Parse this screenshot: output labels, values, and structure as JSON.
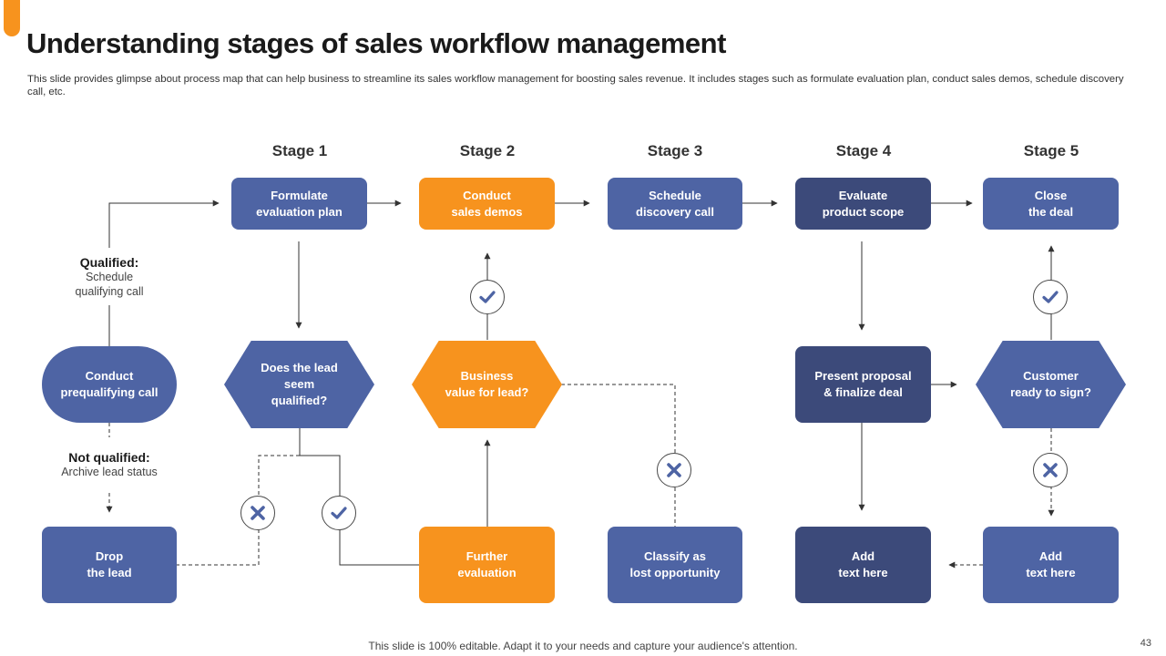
{
  "slide": {
    "title": "Understanding stages of sales workflow management",
    "subtitle": "This slide provides glimpse about process map that can help business to streamline its sales workflow management for boosting sales revenue. It includes stages such as formulate evaluation plan, conduct sales demos, schedule discovery call, etc.",
    "footer": "This slide is 100% editable. Adapt it to your needs and capture your audience's attention.",
    "page_number": "43"
  },
  "stages": [
    "Stage 1",
    "Stage 2",
    "Stage 3",
    "Stage 4",
    "Stage 5"
  ],
  "nodes": {
    "formulate": "Formulate\nevaluation plan",
    "demos": "Conduct\nsales demos",
    "discovery": "Schedule\ndiscovery call",
    "evaluate": "Evaluate\nproduct scope",
    "close": "Close\nthe deal",
    "prequal": "Conduct\nprequalifying call",
    "qualified_q": "Does the lead seem\nqualified?",
    "business_q": "Business\nvalue for lead?",
    "proposal": "Present proposal\n& finalize deal",
    "sign_q": "Customer\nready to sign?",
    "drop": "Drop\nthe lead",
    "further": "Further\nevaluation",
    "lost": "Classify as\nlost opportunity",
    "add1": "Add\ntext here",
    "add2": "Add\ntext here"
  },
  "labels": {
    "qualified_title": "Qualified:",
    "qualified_text": "Schedule\nqualifying call",
    "not_qualified_title": "Not qualified:",
    "not_qualified_text": "Archive lead status"
  },
  "icons": {
    "check": "check-icon",
    "cross": "cross-icon"
  },
  "colors": {
    "blue": "#4e64a4",
    "navy": "#3c4a7a",
    "orange": "#f7931e",
    "text": "#1a1a1a"
  }
}
